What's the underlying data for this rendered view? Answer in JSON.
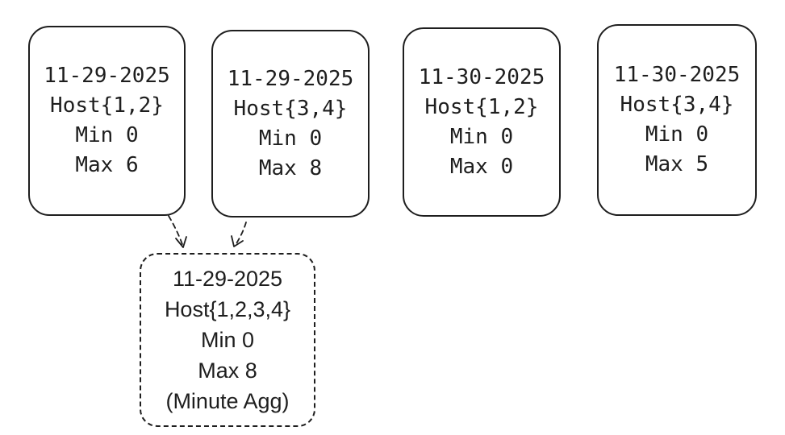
{
  "source_boxes": [
    {
      "date": "11-29-2025",
      "hosts": "Host{1,2}",
      "min": "Min 0",
      "max": "Max 6"
    },
    {
      "date": "11-29-2025",
      "hosts": "Host{3,4}",
      "min": "Min 0",
      "max": "Max 8"
    },
    {
      "date": "11-30-2025",
      "hosts": "Host{1,2}",
      "min": "Min 0",
      "max": "Max 0"
    },
    {
      "date": "11-30-2025",
      "hosts": "Host{3,4}",
      "min": "Min 0",
      "max": "Max 5"
    }
  ],
  "aggregate_box": {
    "date": "11-29-2025",
    "hosts": "Host{1,2,3,4}",
    "min": "Min 0",
    "max": "Max 8",
    "label": "(Minute Agg)"
  },
  "edges": [
    {
      "from": "source-box-1",
      "to": "aggregate-box"
    },
    {
      "from": "source-box-2",
      "to": "aggregate-box"
    }
  ],
  "colors": {
    "stroke": "#1e1e1e",
    "background": "#ffffff"
  }
}
